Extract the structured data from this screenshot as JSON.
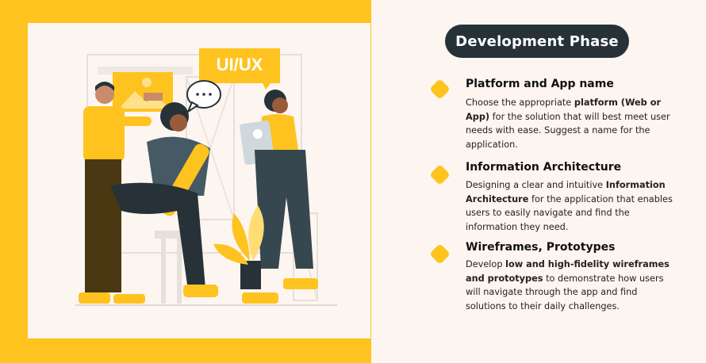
{
  "illustration": {
    "sign_text": "UI/UX",
    "bubble_text": "..."
  },
  "title": "Development Phase",
  "steps": [
    {
      "heading": "Platform and App name",
      "text": [
        {
          "t": "Choose the appropriate ",
          "b": false
        },
        {
          "t": "platform (Web or App)",
          "b": true
        },
        {
          "t": " for the solution that will best meet user needs with ease. Suggest a name for the application.",
          "b": false
        }
      ]
    },
    {
      "heading": "Information Architecture",
      "text": [
        {
          "t": "Designing a clear and intuitive ",
          "b": false
        },
        {
          "t": "Information Architecture",
          "b": true
        },
        {
          "t": " for the application that enables users to easily navigate and find the information they need.",
          "b": false
        }
      ]
    },
    {
      "heading": "Wireframes, Prototypes",
      "text": [
        {
          "t": "Develop ",
          "b": false
        },
        {
          "t": "low and high-fidelity wireframes and prototypes",
          "b": true
        },
        {
          "t": " to demonstrate how users will navigate through the app and find solutions to their daily challenges.",
          "b": false
        }
      ]
    }
  ],
  "colors": {
    "accent": "#ffc31f",
    "dark": "#263238",
    "background": "#fdf5ef"
  }
}
